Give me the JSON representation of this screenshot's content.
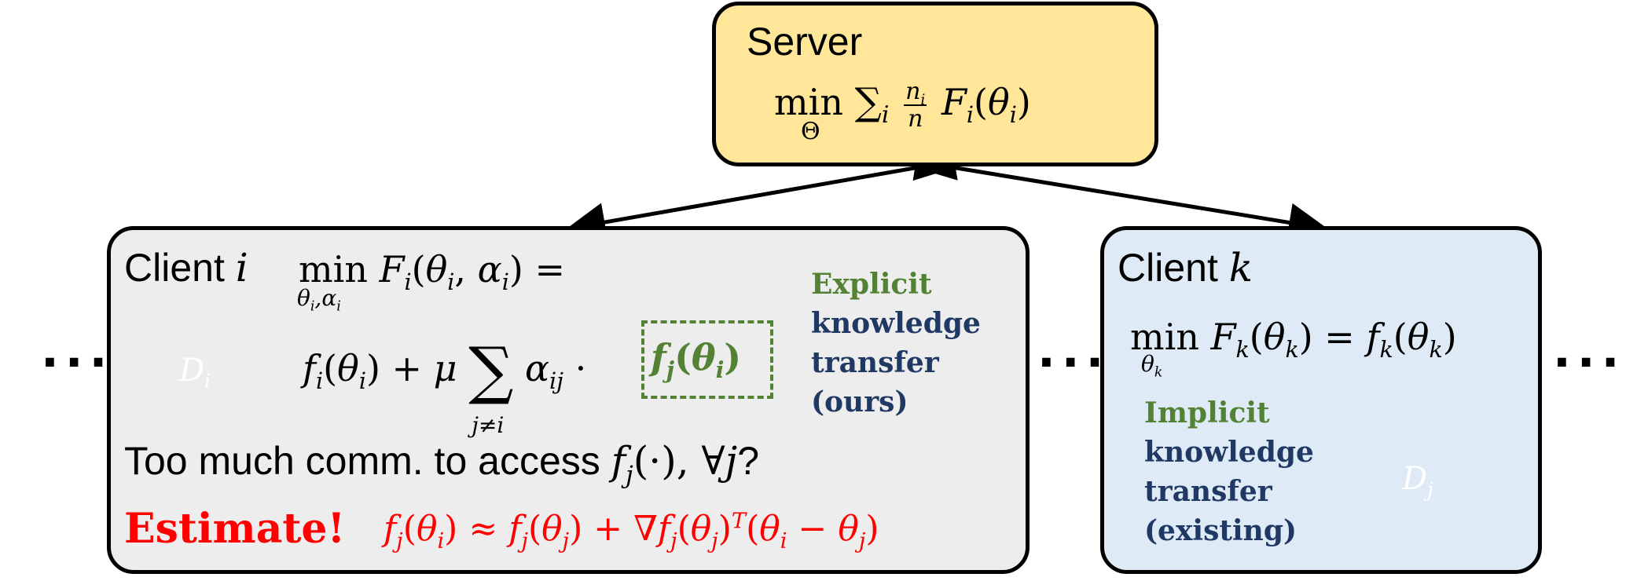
{
  "server": {
    "title": "Server",
    "formula": "min_Θ Σ_i (n_i/n) F_i(θ_i)"
  },
  "client_i": {
    "title_word": "Client",
    "title_var": "i",
    "dataset_label": "D_i",
    "objective_line1": "min_{θ_i,α_i} F_i(θ_i, α_i) =",
    "objective_line2": "f_i(θ_i) + μ Σ_{j≠i} α_ij · f_j(θ_i)",
    "transfer_word1": "Explicit",
    "transfer_word2": "knowledge",
    "transfer_word3": "transfer",
    "transfer_word4": "(ours)",
    "question": "Too much comm. to access f_j(·), ∀j?",
    "estimate_label": "Estimate!",
    "estimate_formula": "f_j(θ_i) ≈ f_j(θ_j) + ∇f_j(θ_j)^T(θ_i − θ_j)"
  },
  "client_k": {
    "title_word": "Client",
    "title_var": "k",
    "objective": "min_{θ_k} F_k(θ_k) = f_k(θ_k)",
    "transfer_word1": "Implicit",
    "transfer_word2": "knowledge",
    "transfer_word3": "transfer",
    "transfer_word4": "(existing)",
    "dataset_label": "D_j"
  },
  "ellipsis": "···",
  "colors": {
    "server_fill": "#ffe699",
    "client_i_fill": "#ededed",
    "client_k_fill": "#deebf7",
    "explicit": "#548235",
    "navy": "#203864",
    "estimate": "#ff0000",
    "db_blue": "#9dc3e6",
    "db_gray": "#a6a6a6"
  }
}
